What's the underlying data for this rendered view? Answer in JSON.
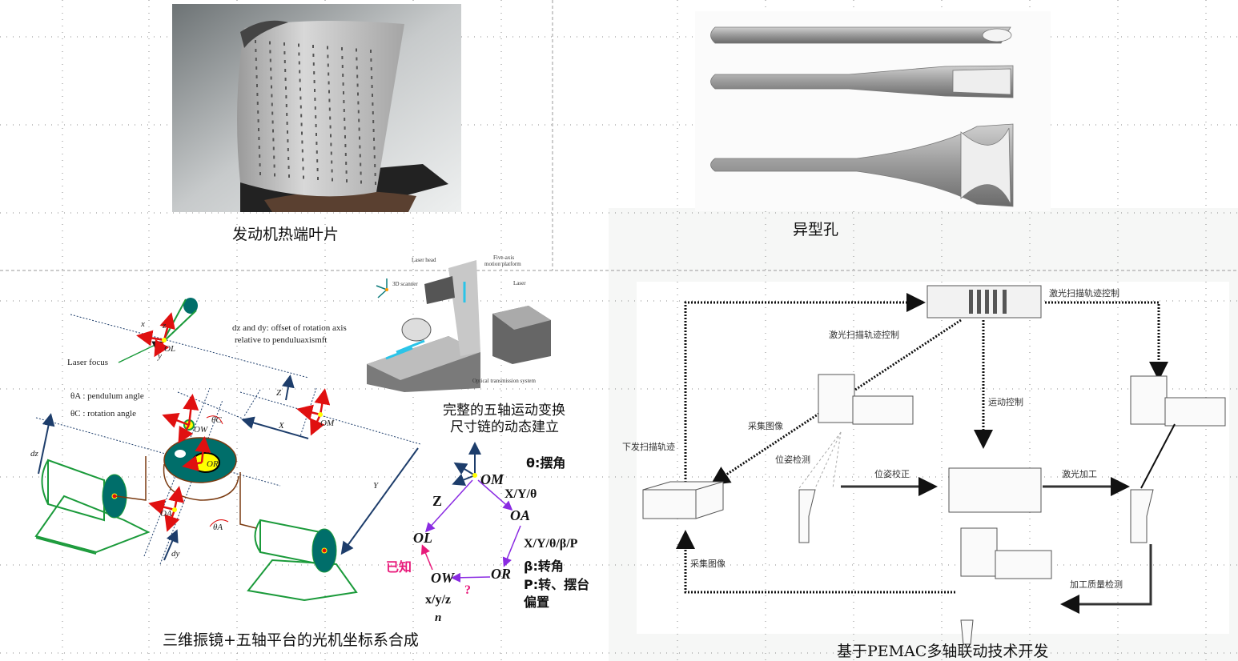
{
  "top_left": {
    "caption": "发动机热端叶片"
  },
  "top_right": {
    "caption": "异型孔"
  },
  "bottom_left": {
    "caption": "三维振镜+五轴平台的光机坐标系合成",
    "offset_note_1": "dz and dy: offset of rotation axis",
    "offset_note_2": "relative to penduluaxismft",
    "laser_focus": "Laser focus",
    "theta_a_legend": "θA : pendulum angle",
    "theta_c_legend": "θC : rotation angle",
    "axis_labels": {
      "x": "x",
      "y": "y",
      "z": "z",
      "X": "X",
      "Y": "Y",
      "Z": "Z",
      "dz": "dz",
      "dy": "dy",
      "OL": "OL",
      "OW": "OW",
      "OR": "OR",
      "OM": "OM",
      "OA": "OA",
      "thetaC": "θC",
      "thetaA": "θA"
    },
    "machine": {
      "laser_head": "Laser head",
      "five_axis": "Five-axis",
      "motion_platform": "motion platform",
      "scanner": "3D scanner",
      "laser": "Laser",
      "optical": "Optical transmission system"
    },
    "chain_title_1": "完整的五轴运动变换",
    "chain_title_2": "尺寸链的动态建立",
    "chain": {
      "om": "OM",
      "oa": "OA",
      "ol": "OL",
      "ow": "OW",
      "or": "OR",
      "z": "Z",
      "xy_theta": "X/Y/θ",
      "theta_note": "θ:摆角",
      "xy_theta_beta_p": "X/Y/θ/β/P",
      "beta_note": "β:转角",
      "p_note_1": "P:转、摆台",
      "p_note_2": "偏置",
      "known": "已知",
      "unknown": "?",
      "xyz": "x/y/z",
      "n": "n"
    }
  },
  "bottom_right": {
    "caption": "基于PEMAC多轴联动技术开发",
    "labels": {
      "scan_ctrl_top": "激光扫描轨迹控制",
      "scan_ctrl_mid": "激光扫描轨迹控制",
      "motion_ctrl": "运动控制",
      "capture_1": "采集图像",
      "send_path": "下发扫描轨迹",
      "pose_detect": "位姿检测",
      "pose_correct": "位姿校正",
      "laser_process": "激光加工",
      "capture_2": "采集图像",
      "quality": "加工质量检测"
    }
  },
  "colors": {
    "teal": "#006e6a",
    "green": "#1a9a3a",
    "red": "#e01010",
    "navy": "#1d3d6b",
    "purple": "#8a2be2",
    "magenta": "#e8197a",
    "brown": "#7a3a10"
  }
}
